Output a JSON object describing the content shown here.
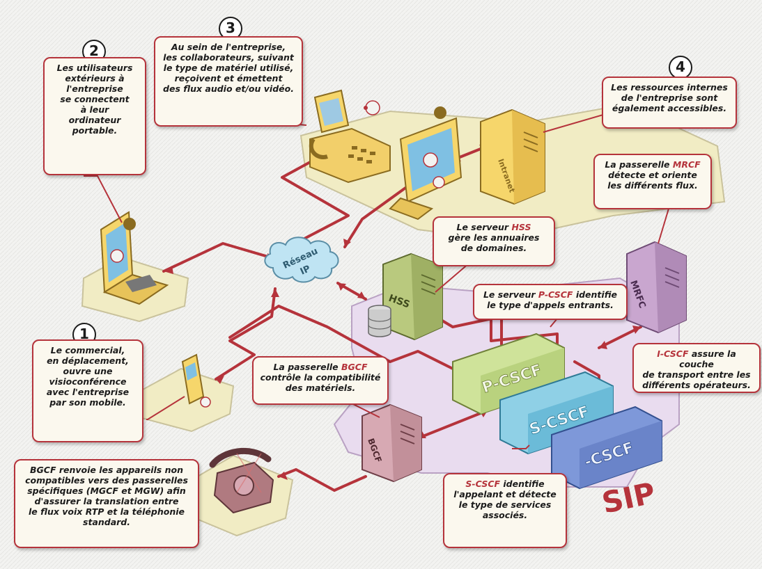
{
  "colors": {
    "accent": "#b5333b",
    "callout_fill": "#fbf8ee",
    "platform_yellow": "#f1ecc4",
    "platform_purple": "#e9dcef",
    "pcscf": "#cfe39a",
    "scscf": "#8fd0e6",
    "icscf": "#7e98d9",
    "server_yellow": "#f6d66b",
    "server_green": "#b9c97e",
    "server_purple": "#c9a6cf",
    "server_pink": "#d7a9b3"
  },
  "steps": [
    "1",
    "2",
    "3",
    "4"
  ],
  "callouts": {
    "c1": [
      "Le commercial,",
      "en déplacement,",
      "ouvre une",
      "visioconférence",
      "avec l'entreprise",
      "par son mobile."
    ],
    "c2": [
      "Les utilisateurs",
      "extérieurs à",
      "l'entreprise",
      "se connectent",
      "à leur",
      "ordinateur",
      "portable."
    ],
    "c3": [
      "Au sein de l'entreprise,",
      "les collaborateurs, suivant",
      "le type de matériel utilisé,",
      "reçoivent et émettent",
      "des flux audio et/ou vidéo."
    ],
    "c4": [
      "Les ressources internes",
      "de l'entreprise sont",
      "également accessibles."
    ],
    "hss": {
      "pre": "Le serveur ",
      "hl": "HSS",
      "rest": [
        "gère les annuaires",
        "de domaines."
      ]
    },
    "mrcf": {
      "pre": "La passerelle ",
      "hl": "MRCF",
      "rest": [
        "détecte et oriente",
        "les différents flux."
      ]
    },
    "pcscf": {
      "pre": "Le serveur ",
      "hl": "P-CSCF",
      "post": " identifie",
      "rest": [
        "le type d'appels entrants."
      ]
    },
    "icscf": {
      "hl": "I-CSCF",
      "post": " assure la couche",
      "rest": [
        "de transport entre les",
        "différents opérateurs."
      ]
    },
    "bgcf": {
      "pre": "La passerelle ",
      "hl": "BGCF",
      "rest": [
        "contrôle la compatibilité",
        "des matériels."
      ]
    },
    "bgcf_note": [
      "BGCF renvoie les appareils non",
      "compatibles vers des passerelles",
      "spécifiques (MGCF et MGW) afin",
      "d'assurer la translation entre",
      "le flux voix RTP et la téléphonie",
      "standard."
    ],
    "scscf": {
      "hl": "S-CSCF",
      "post": " identifie",
      "rest": [
        "l'appelant et détecte",
        "le type de services",
        "associés."
      ]
    }
  },
  "devices": {
    "cloud": "Réseau\nIP",
    "intranet": "Intranet",
    "hss": "HSS",
    "mrfc": "MRFC",
    "bgcf": "BGCF",
    "pcscf": "P-CSCF",
    "scscf": "S-CSCF",
    "icscf": "-CSCF",
    "sip": "SIP"
  }
}
